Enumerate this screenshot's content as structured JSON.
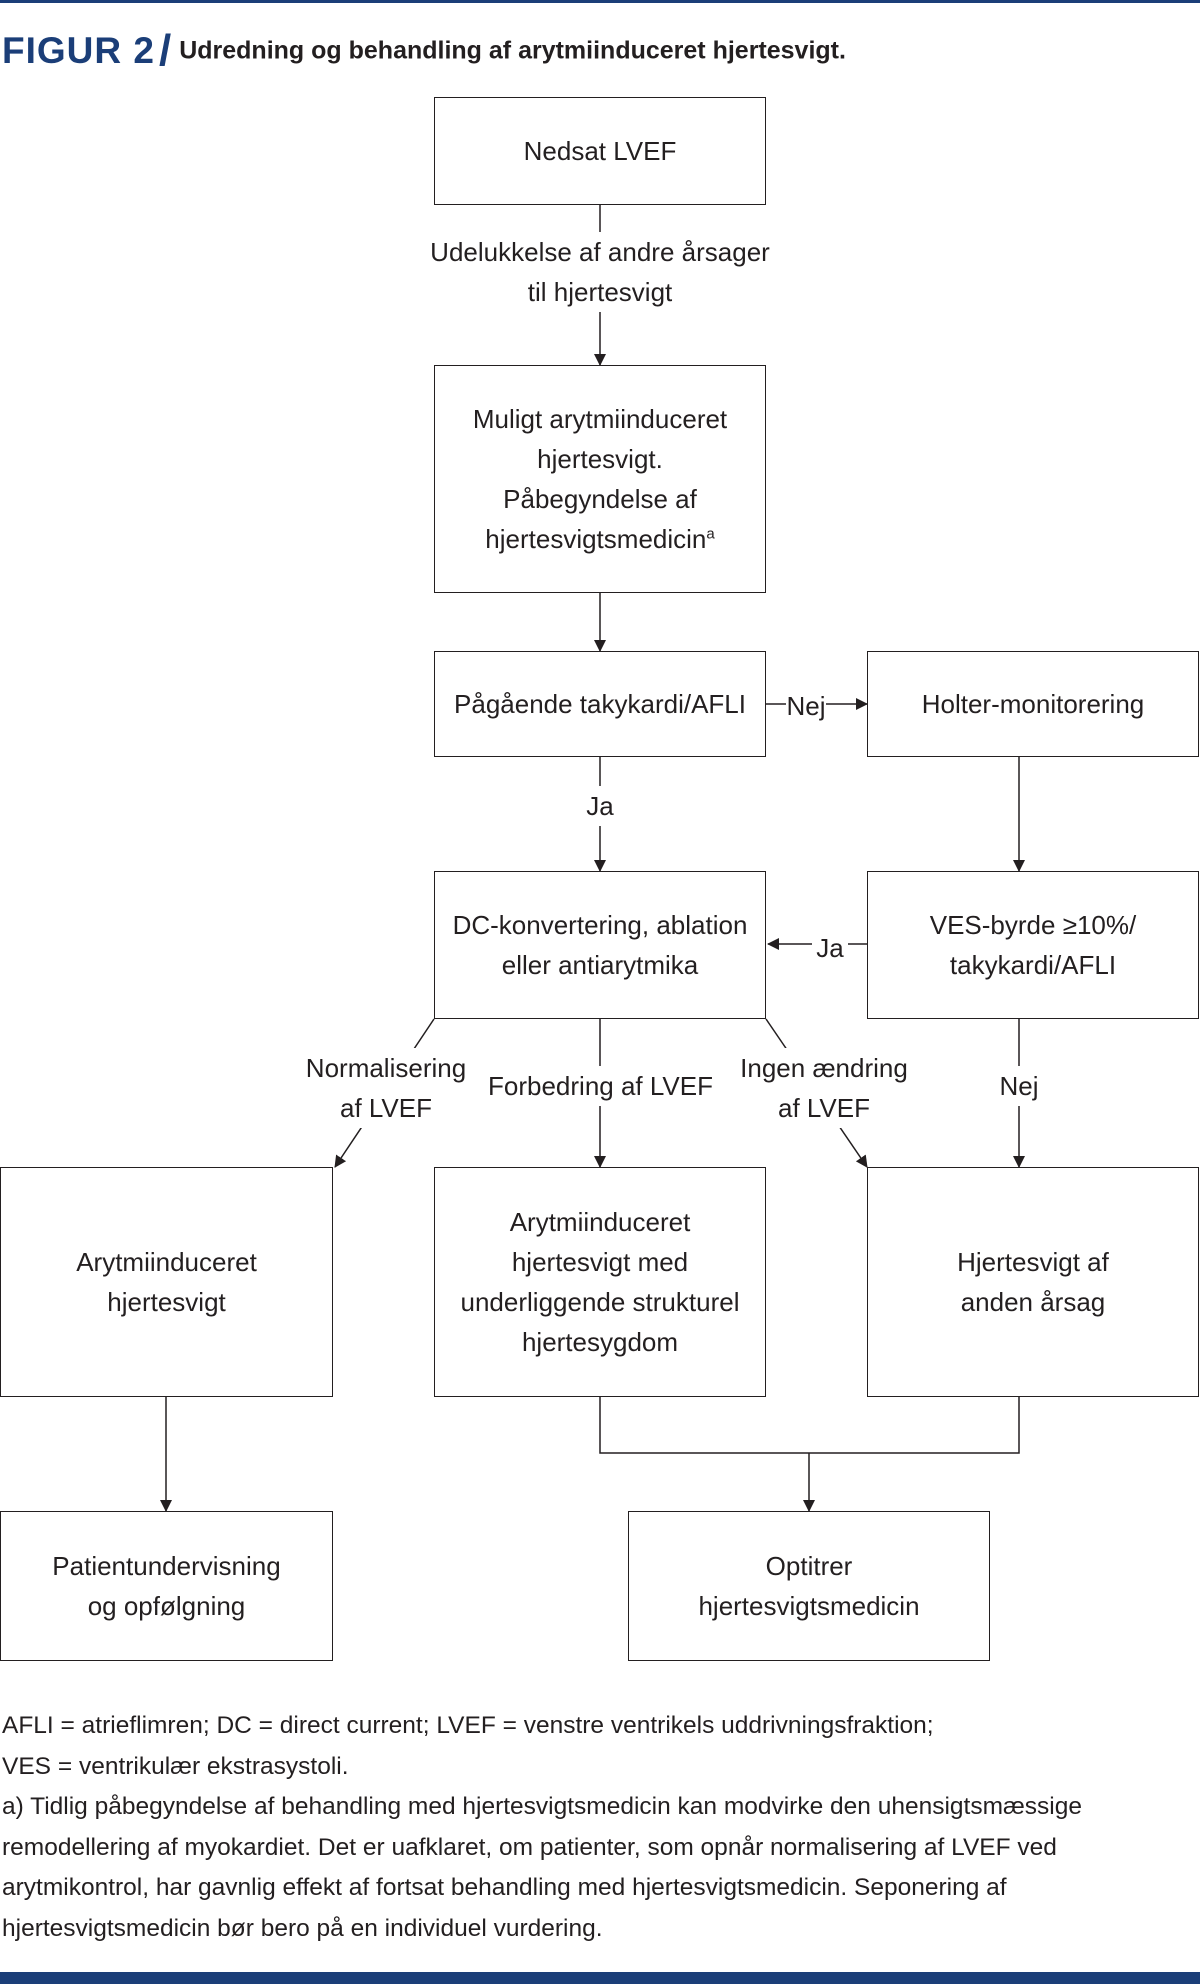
{
  "header": {
    "figure_label": "FIGUR 2",
    "slash": "/",
    "title": "Udredning og behandling af arytmiinduceret hjertesvigt."
  },
  "colors": {
    "brand": "#1b3e78",
    "ink": "#231f20"
  },
  "nodes": {
    "nedsat_lvef": [
      "Nedsat LVEF"
    ],
    "muligt": [
      "Muligt arytmiinduceret",
      "hjertesvigt.",
      "Påbegyndelse af",
      "hjertesvigtsmedicin"
    ],
    "muligt_superscript": "a",
    "pagaende": [
      "Pågående takykardi/AFLI"
    ],
    "holter": [
      "Holter-monitorering"
    ],
    "dc": [
      "DC-konvertering, ablation",
      "eller antiarytmika"
    ],
    "ves": [
      "VES-byrde ≥10%/",
      "takykardi/AFLI"
    ],
    "arytmi": [
      "Arytmiinduceret",
      "hjertesvigt"
    ],
    "underliggende": [
      "Arytmiinduceret",
      "hjertesvigt med",
      "underliggende strukturel",
      "hjertesygdom"
    ],
    "anden": [
      "Hjertesvigt af",
      "anden årsag"
    ],
    "patient": [
      "Patientundervisning",
      "og opfølgning"
    ],
    "optitrer": [
      "Optitrer",
      "hjertesvigtsmedicin"
    ]
  },
  "edge_labels": {
    "udelukkelse": [
      "Udelukkelse af andre årsager",
      "til hjertesvigt"
    ],
    "nej_holter": "Nej",
    "ja_dc": "Ja",
    "ja_ves": "Ja",
    "normalisering": [
      "Normalisering",
      "af LVEF"
    ],
    "forbedring": "Forbedring af LVEF",
    "ingen": [
      "Ingen ændring",
      "af LVEF"
    ],
    "nej_anden": "Nej"
  },
  "footnote": {
    "abbrev": [
      "AFLI = atrieflimren; DC = direct current; LVEF = venstre ventrikels uddrivningsfraktion;",
      "VES = ventrikulær ekstrasystoli."
    ],
    "note_a": [
      "a) Tidlig påbegyndelse af behandling med hjertesvigtsmedicin kan modvirke den uhensigtsmæssige",
      "remodellering af myokardiet. Det er uafklaret, om patienter, som opnår normalisering af LVEF ved",
      "arytmikontrol, har gavnlig effekt af fortsat behandling med hjertesvigtsmedicin. Seponering af",
      "hjertesvigtsmedicin bør bero på en individuel vurdering."
    ]
  }
}
